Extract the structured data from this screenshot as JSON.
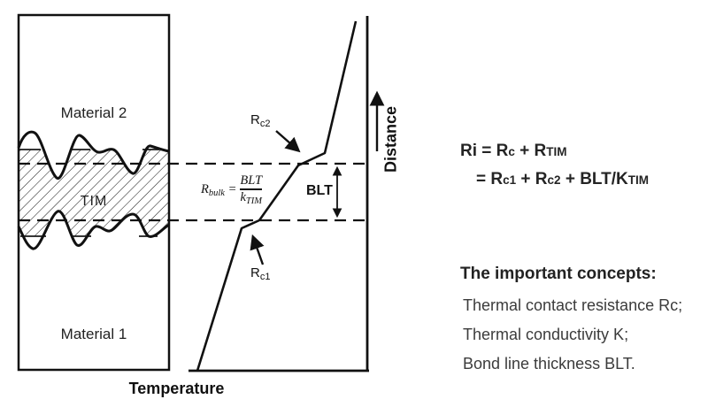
{
  "colors": {
    "ink": "#1a1a1a",
    "text_dark": "#222222",
    "text_gray": "#3b3b3b"
  },
  "stack": {
    "material2_label": "Material 2",
    "tim_label": "TIM",
    "material1_label": "Material 1"
  },
  "axes": {
    "x_label": "Temperature",
    "y_label": "Distance"
  },
  "plot": {
    "rc2_base": "R",
    "rc2_sub": "c2",
    "rc1_base": "R",
    "rc1_sub": "c1",
    "blt_span_label": "BLT",
    "rbulk": {
      "base": "R",
      "sub": "bulk",
      "eq": "=",
      "num": "BLT",
      "den_base": "k",
      "den_sub": "TIM"
    }
  },
  "equations": {
    "line1": {
      "p1": "Ri = R",
      "s1": "c",
      "p2": " + R",
      "s2": "TIM"
    },
    "line2": {
      "p1": "= R",
      "s1": "c1",
      "p2": " + R",
      "s2": "c2",
      "p3": " + BLT/K",
      "s3": "TIM"
    }
  },
  "concepts": {
    "title": "The important concepts:",
    "items": [
      "Thermal contact resistance Rc;",
      "Thermal conductivity K;",
      "Bond line thickness BLT."
    ]
  }
}
